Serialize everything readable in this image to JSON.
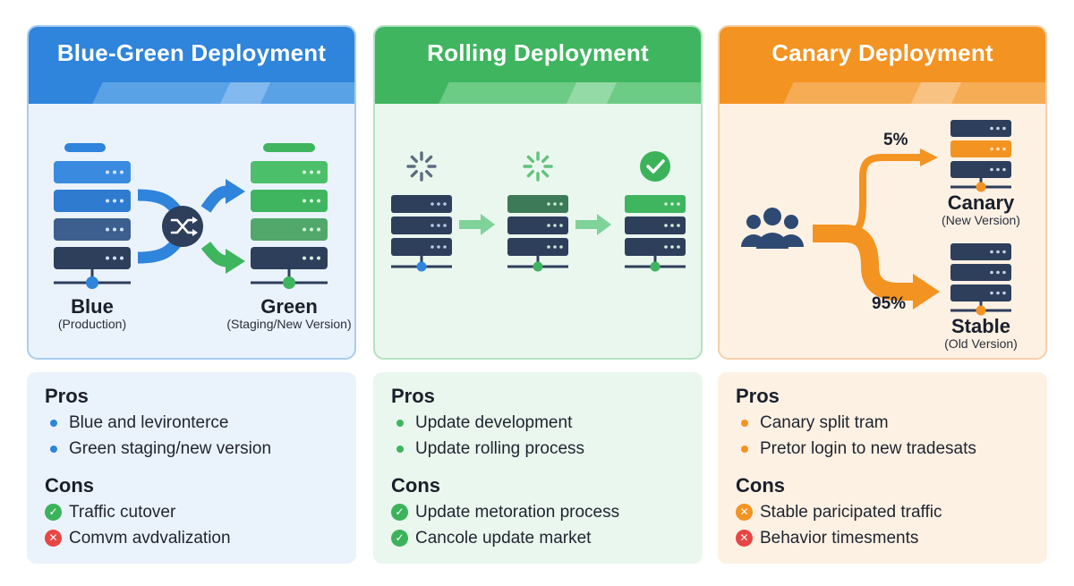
{
  "colors": {
    "blue": "#2f84dc",
    "green": "#3fb55f",
    "orange": "#f39321",
    "navy": "#2e3f5c",
    "check": "#3cb35b",
    "cross": "#e84545"
  },
  "columns": [
    {
      "title": "Blue-Green Deployment",
      "diagram": {
        "left_label": "Blue",
        "left_sub": "(Production)",
        "right_label": "Green",
        "right_sub": "(Staging/New Version)",
        "switch_icon": "shuffle-icon"
      },
      "pros_heading": "Pros",
      "pros": [
        "Blue and levironterce",
        "Green staging/new version"
      ],
      "cons_heading": "Cons",
      "cons": [
        {
          "text": "Traffic cutover",
          "icon": "check-icon"
        },
        {
          "text": "Comvm avdvalization",
          "icon": "cross-icon"
        }
      ]
    },
    {
      "title": "Rolling Deployment",
      "diagram": {
        "stage_icons": [
          "spinner-icon",
          "spinner-icon",
          "check-icon"
        ]
      },
      "pros_heading": "Pros",
      "pros": [
        "Update development",
        "Update rolling process"
      ],
      "cons_heading": "Cons",
      "cons": [
        {
          "text": "Update metoration process",
          "icon": "check-icon"
        },
        {
          "text": "Cancole update market",
          "icon": "check-icon"
        }
      ]
    },
    {
      "title": "Canary Deployment",
      "diagram": {
        "users_icon": "users-icon",
        "canary_pct": "5%",
        "canary_label": "Canary",
        "canary_sub": "(New Version)",
        "stable_pct": "95%",
        "stable_label": "Stable",
        "stable_sub": "(Old Version)"
      },
      "pros_heading": "Pros",
      "pros": [
        "Canary split tram",
        "Pretor login to new tradesats"
      ],
      "cons_heading": "Cons",
      "cons": [
        {
          "text": "Stable paricipated traffic",
          "icon": "warning-icon"
        },
        {
          "text": "Behavior timesments",
          "icon": "cross-icon"
        }
      ]
    }
  ]
}
